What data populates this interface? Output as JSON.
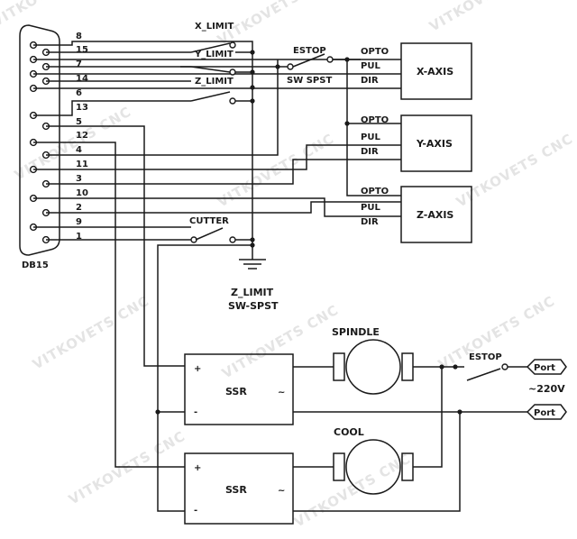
{
  "watermark": "VITKOVETS CNC",
  "connector": {
    "name": "DB15",
    "pins": [
      "8",
      "15",
      "7",
      "14",
      "6",
      "13",
      "5",
      "12",
      "4",
      "11",
      "3",
      "10",
      "2",
      "9",
      "1"
    ]
  },
  "switches": {
    "x_limit": "X_LIMIT",
    "y_limit": "Y_LIMIT",
    "z_limit": "Z_LIMIT",
    "estop_top": "ESTOP",
    "estop_top_type": "SW SPST",
    "cutter": "CUTTER",
    "z_limit_note_1": "Z_LIMIT",
    "z_limit_note_2": "SW-SPST",
    "estop_bottom": "ESTOP"
  },
  "drivers": [
    {
      "name": "X-AXIS",
      "signals": [
        "OPTO",
        "PUL",
        "DIR"
      ]
    },
    {
      "name": "Y-AXIS",
      "signals": [
        "OPTO",
        "PUL",
        "DIR"
      ]
    },
    {
      "name": "Z-AXIS",
      "signals": [
        "OPTO",
        "PUL",
        "DIR"
      ]
    }
  ],
  "ssr": [
    {
      "name": "SSR",
      "plus": "+",
      "minus": "-",
      "ac": "~"
    },
    {
      "name": "SSR",
      "plus": "+",
      "minus": "-",
      "ac": "~"
    }
  ],
  "motors": {
    "spindle": "SPINDLE",
    "cool": "COOL"
  },
  "power": {
    "port_1": "Port",
    "port_2": "Port",
    "voltage": "~220V"
  }
}
